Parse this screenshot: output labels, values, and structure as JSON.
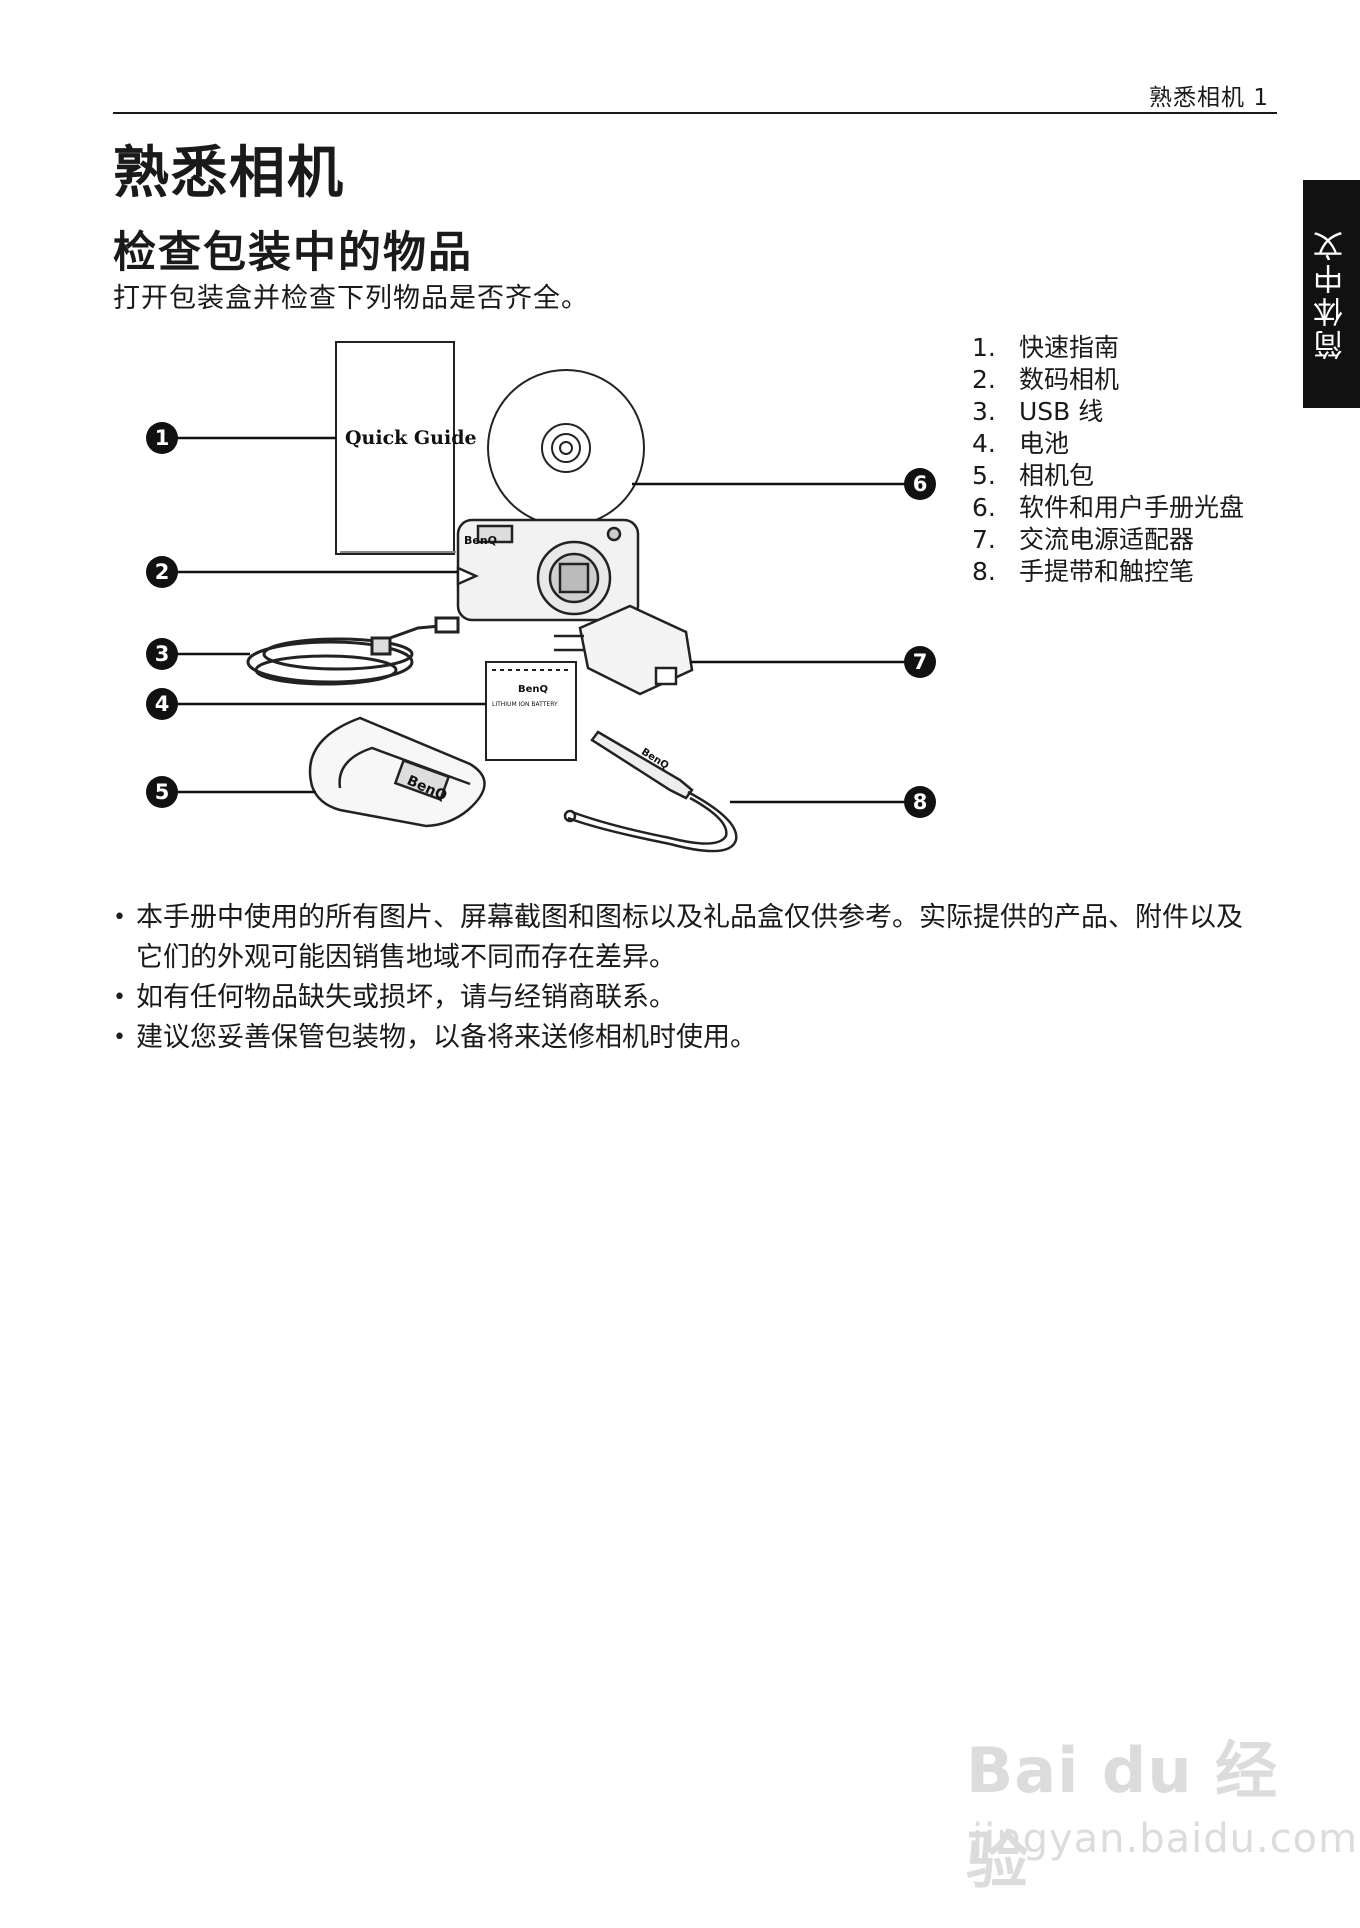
{
  "header": {
    "running_title": "熟悉相机  1"
  },
  "side_tab": {
    "label": "简体中文"
  },
  "page_title": "熟悉相机",
  "section": {
    "title": "检查包装中的物品",
    "intro": "打开包装盒并检查下列物品是否齐全。"
  },
  "figure": {
    "guide_cover_text": "Quick Guide",
    "brand_text": "BenQ",
    "battery_label_line1": "LITHIUM ION BATTERY",
    "callouts": [
      "1",
      "2",
      "3",
      "4",
      "5",
      "6",
      "7",
      "8"
    ]
  },
  "legend": [
    {
      "num": "1.",
      "label": "快速指南"
    },
    {
      "num": "2.",
      "label": "数码相机"
    },
    {
      "num": "3.",
      "label": "USB 线"
    },
    {
      "num": "4.",
      "label": "电池"
    },
    {
      "num": "5.",
      "label": "相机包"
    },
    {
      "num": "6.",
      "label": "软件和用户手册光盘"
    },
    {
      "num": "7.",
      "label": "交流电源适配器"
    },
    {
      "num": "8.",
      "label": "手提带和触控笔"
    }
  ],
  "notes": [
    "本手册中使用的所有图片、屏幕截图和图标以及礼品盒仅供参考。实际提供的产品、附件以及它们的外观可能因销售地域不同而存在差异。",
    "如有任何物品缺失或损坏，请与经销商联系。",
    "建议您妥善保管包装物，以备将来送修相机时使用。"
  ],
  "watermark": {
    "logo": "Bai du 经验",
    "url": "jingyan.baidu.com"
  }
}
